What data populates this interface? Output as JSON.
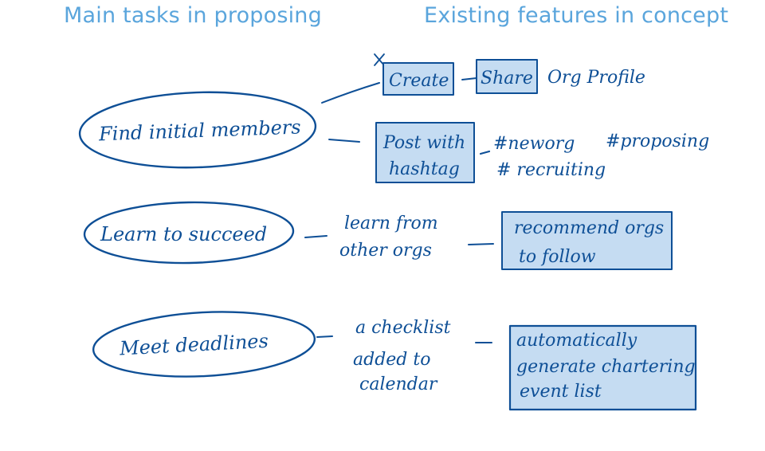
{
  "colors": {
    "header": "#5aa5dc",
    "ink": "#0e4f96",
    "fill": "#c5dcf2"
  },
  "headers": {
    "left": "Main tasks in proposing",
    "right": "Existing features in concept"
  },
  "tasks": [
    {
      "label": "Find initial members"
    },
    {
      "label": "Learn to succeed"
    },
    {
      "label": "Meet deadlines"
    }
  ],
  "row1": {
    "create": "Create",
    "share": "Share",
    "org_profile": "Org Profile",
    "post_with": "Post with",
    "hashtag": "hashtag",
    "tag_neworg": "#neworg",
    "tag_proposing": "#proposing",
    "tag_recruiting": "# recruiting"
  },
  "row2": {
    "learn_from": "learn from",
    "other_orgs": "other orgs",
    "recommend": "recommend orgs",
    "to_follow": "to follow"
  },
  "row3": {
    "a_checklist": "a checklist",
    "added_to": "added to",
    "calendar": "calendar",
    "automatically": "automatically",
    "generate": "generate chartering",
    "event_list": "event list"
  }
}
